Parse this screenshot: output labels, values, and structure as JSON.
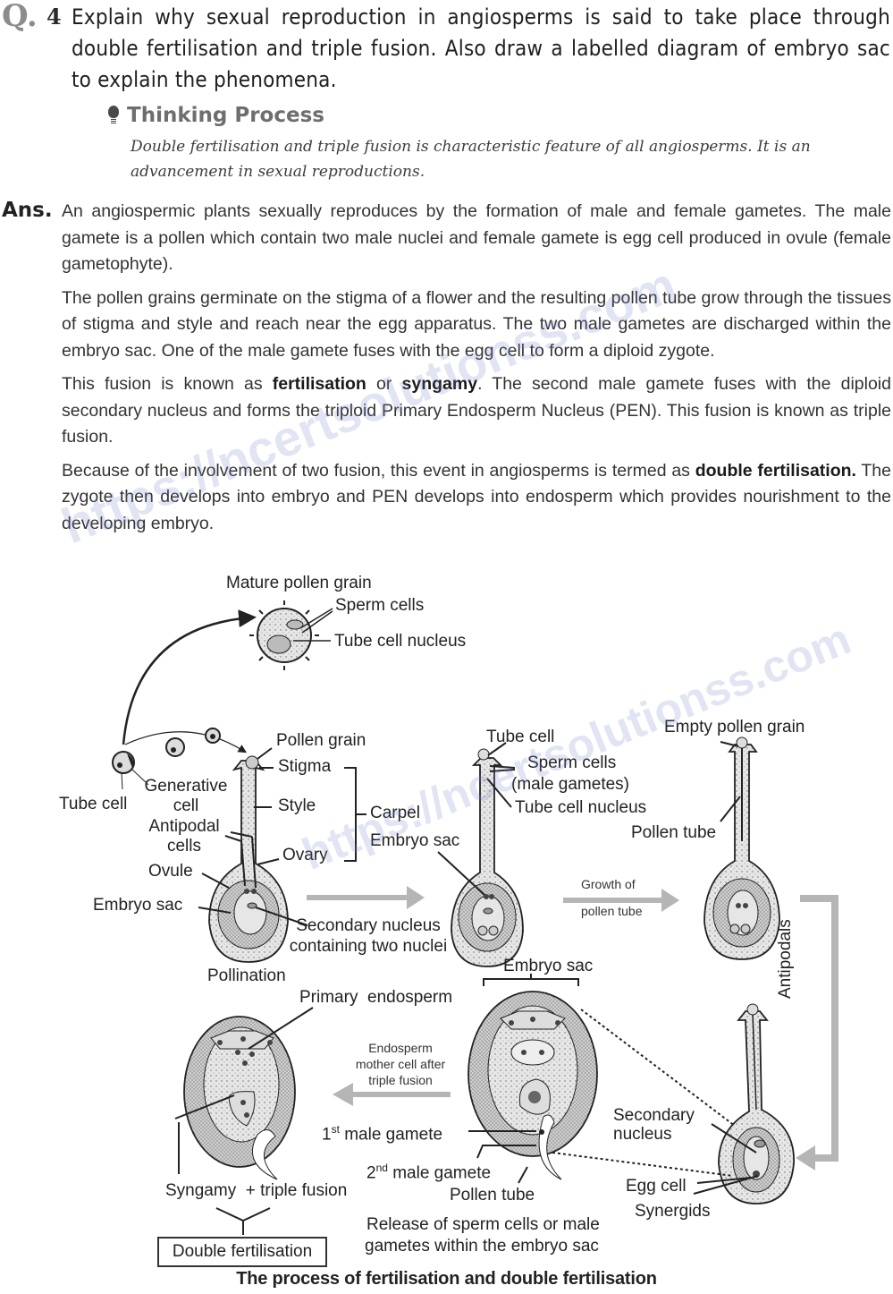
{
  "question": {
    "mark": "Q.",
    "number": "4",
    "text": "Explain why sexual reproduction in angiosperms is said to take place through double fertilisation and triple fusion. Also draw a labelled diagram of embryo sac to explain the phenomena."
  },
  "thinking_process": {
    "heading": "Thinking Process",
    "icon": "lightbulb-icon",
    "body": "Double fertilisation and triple fusion is characteristic feature of all angiosperms. It is an advancement in sexual reproductions."
  },
  "answer": {
    "label": "Ans.",
    "paragraphs": [
      {
        "text": "An angiospermic plants sexually reproduces by the formation of male and female gametes. The male gamete is a pollen which contain two male nuclei and female gamete is egg cell produced in ovule (female gametophyte)."
      },
      {
        "text": "The pollen grains germinate on the stigma of a flower and the resulting pollen tube grow through the tissues of stigma and style and reach near the egg apparatus. The two male gametes are discharged within the embryo sac. One of the male gamete fuses with the egg cell to form a diploid zygote."
      },
      {
        "pre": "This fusion is known as ",
        "b1": "fertilisation",
        "mid": " or ",
        "b2": "syngamy",
        "post": ". The second male gamete fuses with the diploid secondary nucleus and forms the triploid Primary Endosperm Nucleus (PEN). This fusion is known as triple fusion."
      },
      {
        "pre": "Because of the involvement of two fusion, this event in angiosperms is termed as ",
        "b1": "double fertilisation.",
        "post": " The zygote then develops into embryo and PEN develops into endosperm which provides nourishment to the developing embryo."
      }
    ]
  },
  "figure": {
    "caption": "The process of fertilisation and double fertilisation",
    "labels": {
      "mature_pollen_grain": "Mature pollen grain",
      "sperm_cells_top": "Sperm cells",
      "tube_cell_nucleus_top": "Tube cell nucleus",
      "pollen_grain": "Pollen grain",
      "stigma": "Stigma",
      "style": "Style",
      "carpel": "Carpel",
      "ovary": "Ovary",
      "tube_cell_left": "Tube cell",
      "generative_cell": "Generative cell",
      "antipodal_cells": "Antipodal cells",
      "ovule": "Ovule",
      "embryo_sac_left": "Embryo sac",
      "secondary_nucleus_containing": "Secondary nucleus containing two nuclei",
      "pollination": "Pollination",
      "tube_cell_mid": "Tube cell",
      "sperm_cells_mid": "Sperm cells",
      "male_gametes": "(male gametes)",
      "tube_cell_nucleus_mid": "Tube cell nucleus",
      "embryo_sac_mid": "Embryo sac",
      "growth_of": "Growth of",
      "pollen_tube_arrow": "pollen tube",
      "empty_pollen_grain": "Empty pollen grain",
      "pollen_tube_right": "Pollen tube",
      "antipodals": "Antipodals",
      "embryo_sac_bottom": "Embryo sac",
      "primary_endosperm": "Primary  endosperm",
      "endosperm_mother_1": "Endosperm",
      "endosperm_mother_2": "mother cell after",
      "endosperm_mother_3": "triple fusion",
      "first_male_gamete_num": "1",
      "first_male_gamete_sup": "st",
      "first_male_gamete": " male gamete",
      "second_male_gamete_num": "2",
      "second_male_gamete_sup": "nd",
      "second_male_gamete": " male gamete",
      "pollen_tube_bottom": "Pollen tube",
      "syngamy_triple": "Syngamy  + triple fusion",
      "double_fertilisation": "Double fertilisation",
      "release_1": "Release of sperm cells or male",
      "release_2": "gametes within the embryo sac",
      "secondary_nucleus": "Secondary",
      "nucleus": "nucleus",
      "egg_cell": "Egg cell",
      "synergids": "Synergids"
    }
  },
  "watermark": {
    "text1": "https://ncertsolutionss.com",
    "text2": "ncertsolutionss.com",
    "color": "#7882c8"
  }
}
